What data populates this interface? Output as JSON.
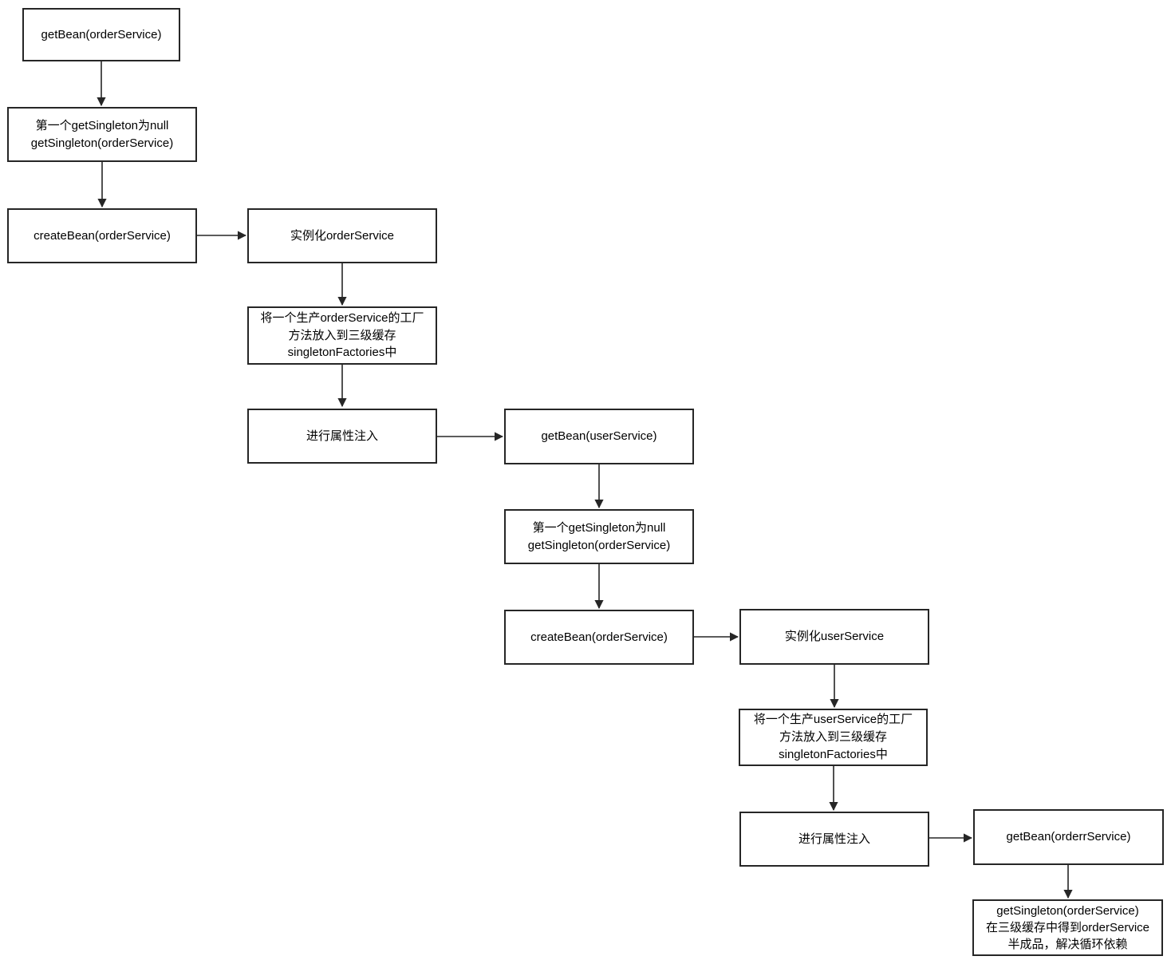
{
  "diagram": {
    "type": "flowchart",
    "colors": {
      "node_border": "#262626",
      "node_fill": "#ffffff",
      "text": "#000000",
      "arrow": "#262626"
    },
    "nodes": [
      {
        "id": "get-bean-order-service",
        "label": "getBean(orderService)"
      },
      {
        "id": "get-singleton-null-1",
        "label": "第一个getSingleton为null\ngetSingleton(orderService)"
      },
      {
        "id": "create-bean-order-service-1",
        "label": "createBean(orderService)"
      },
      {
        "id": "instantiate-order-service",
        "label": "实例化orderService"
      },
      {
        "id": "factory-order-service",
        "label": "将一个生产orderService的工厂\n方法放入到三级缓存\nsingletonFactories中"
      },
      {
        "id": "property-injection-1",
        "label": "进行属性注入"
      },
      {
        "id": "get-bean-user-service",
        "label": "getBean(userService)"
      },
      {
        "id": "get-singleton-null-2",
        "label": "第一个getSingleton为null\ngetSingleton(orderService)"
      },
      {
        "id": "create-bean-order-service-2",
        "label": "createBean(orderService)"
      },
      {
        "id": "instantiate-user-service",
        "label": "实例化userService"
      },
      {
        "id": "factory-user-service",
        "label": "将一个生产userService的工厂\n方法放入到三级缓存\nsingletonFactories中"
      },
      {
        "id": "property-injection-2",
        "label": "进行属性注入"
      },
      {
        "id": "get-bean-orderr-service",
        "label": "getBean(orderrService)"
      },
      {
        "id": "get-singleton-resolve",
        "label": "getSingleton(orderService)\n在三级缓存中得到orderService\n半成品，解决循环依赖"
      }
    ],
    "edges": [
      {
        "from": "get-bean-order-service",
        "to": "get-singleton-null-1"
      },
      {
        "from": "get-singleton-null-1",
        "to": "create-bean-order-service-1"
      },
      {
        "from": "create-bean-order-service-1",
        "to": "instantiate-order-service"
      },
      {
        "from": "instantiate-order-service",
        "to": "factory-order-service"
      },
      {
        "from": "factory-order-service",
        "to": "property-injection-1"
      },
      {
        "from": "property-injection-1",
        "to": "get-bean-user-service"
      },
      {
        "from": "get-bean-user-service",
        "to": "get-singleton-null-2"
      },
      {
        "from": "get-singleton-null-2",
        "to": "create-bean-order-service-2"
      },
      {
        "from": "create-bean-order-service-2",
        "to": "instantiate-user-service"
      },
      {
        "from": "instantiate-user-service",
        "to": "factory-user-service"
      },
      {
        "from": "factory-user-service",
        "to": "property-injection-2"
      },
      {
        "from": "property-injection-2",
        "to": "get-bean-orderr-service"
      },
      {
        "from": "get-bean-orderr-service",
        "to": "get-singleton-resolve"
      }
    ]
  }
}
